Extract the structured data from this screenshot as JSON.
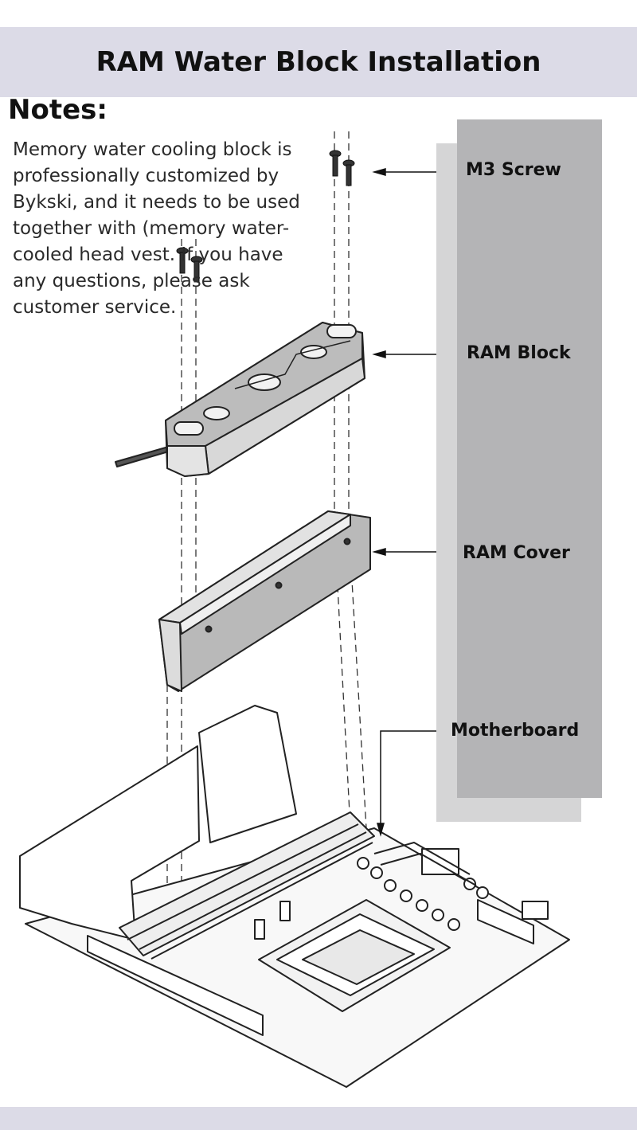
{
  "header": {
    "title": "RAM Water Block Installation"
  },
  "notes": {
    "heading": "Notes:",
    "body": "Memory water cooling block is\nprofessionally customized by\nBykski, and it needs to be used\ntogether with (memory water-\ncooled head vest. If you have\n any questions, please ask\ncustomer service."
  },
  "labels": {
    "screw": "M3 Screw",
    "block": "RAM Block",
    "cover": "RAM Cover",
    "motherboard": "Motherboard"
  },
  "colors": {
    "band": "#dcdbe7",
    "panel_front": "#b4b4b6",
    "panel_back": "#d5d5d6",
    "part_fill": "#b9b9b9",
    "line": "#222222"
  }
}
